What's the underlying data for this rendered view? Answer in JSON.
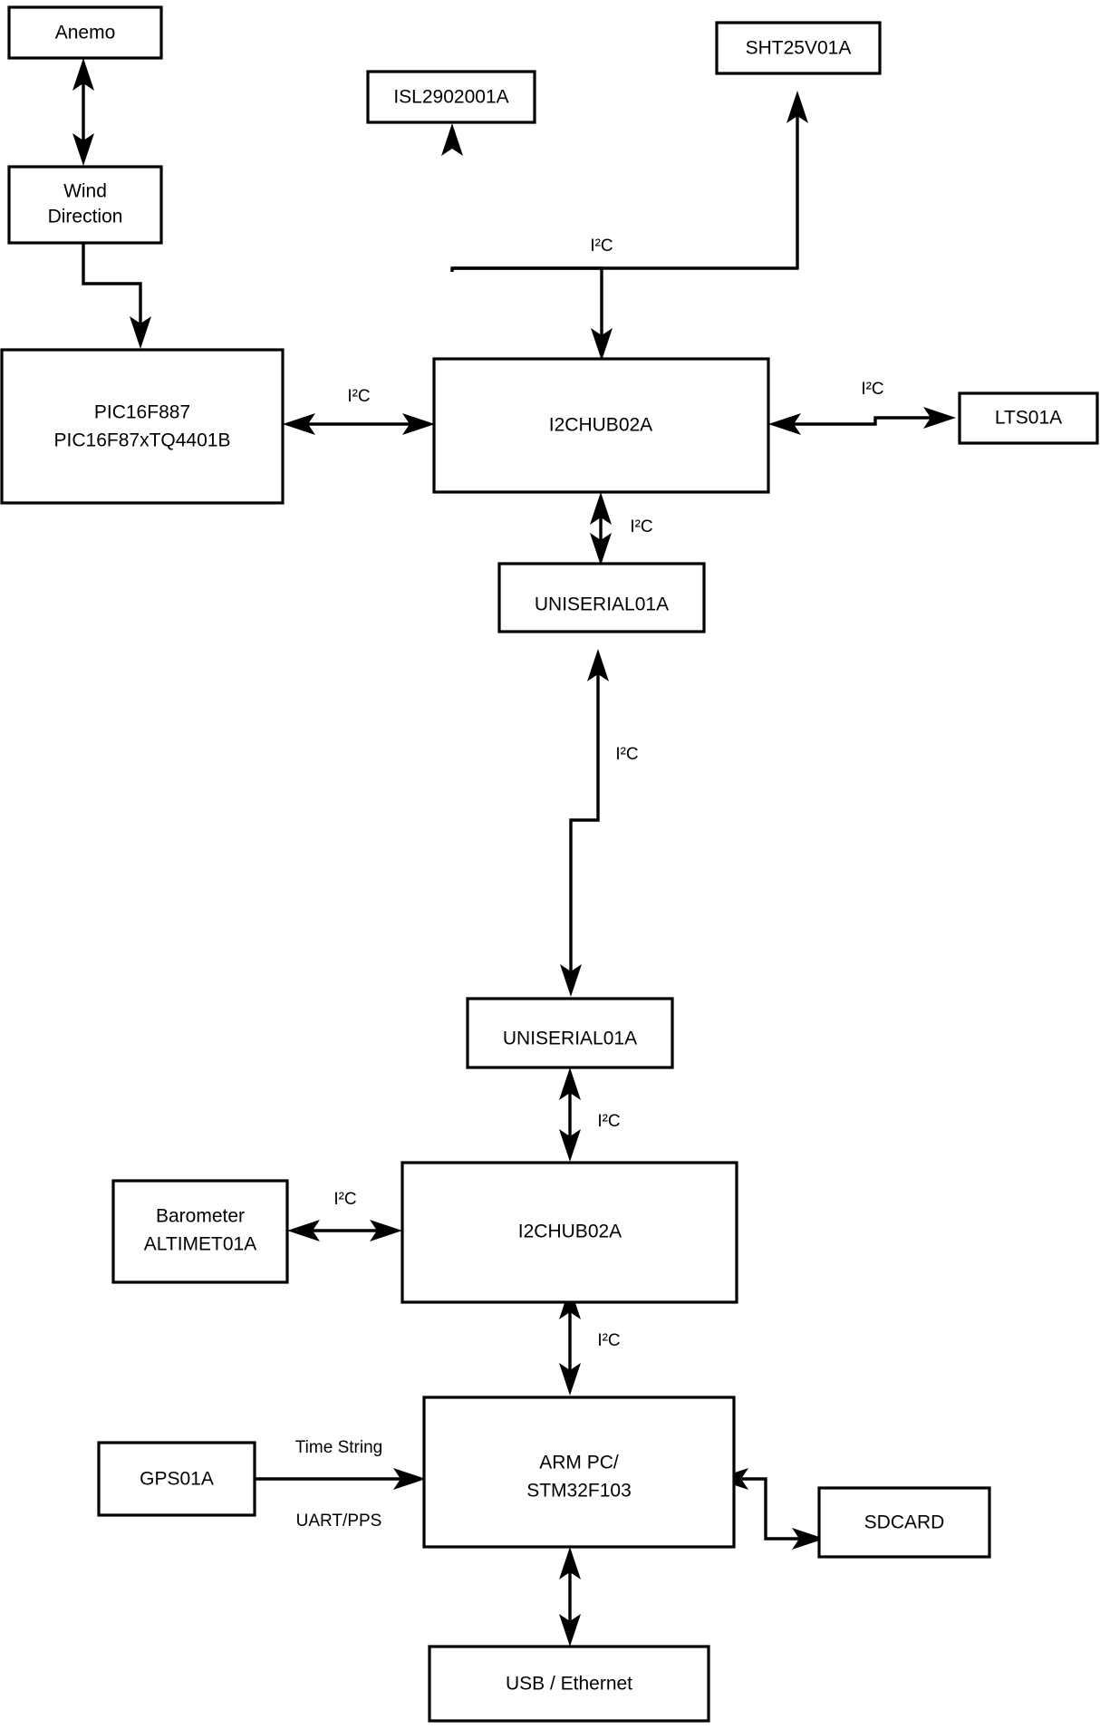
{
  "diagram": {
    "title": "Weather station sensor block diagram",
    "type": "block-diagram",
    "colors": {
      "background": "#ffffff",
      "stroke": "#000000",
      "node_fill": "#ffffff",
      "text": "#000000"
    },
    "nodes": [
      {
        "id": "anemo",
        "label": "Anemo",
        "label_line2": ""
      },
      {
        "id": "wind",
        "label": "Wind",
        "label_line2": "Direction"
      },
      {
        "id": "pic",
        "label": "PIC16F887",
        "label_line2": "PIC16F87xTQ4401B"
      },
      {
        "id": "isl",
        "label": "ISL2902001A",
        "label_line2": ""
      },
      {
        "id": "sht",
        "label": "SHT25V01A",
        "label_line2": ""
      },
      {
        "id": "hub_top",
        "label": "I2CHUB02A",
        "label_line2": ""
      },
      {
        "id": "lts",
        "label": "LTS01A",
        "label_line2": ""
      },
      {
        "id": "uni_top",
        "label": "UNISERIAL01A",
        "label_line2": ""
      },
      {
        "id": "uni_bottom",
        "label": "UNISERIAL01A",
        "label_line2": ""
      },
      {
        "id": "hub_bottom",
        "label": "I2CHUB02A",
        "label_line2": ""
      },
      {
        "id": "barometer",
        "label": "Barometer",
        "label_line2": "ALTIMET01A"
      },
      {
        "id": "gps",
        "label": "GPS01A",
        "label_line2": ""
      },
      {
        "id": "arm",
        "label": "ARM PC/",
        "label_line2": "STM32F103"
      },
      {
        "id": "sdcard",
        "label": "SDCARD",
        "label_line2": ""
      },
      {
        "id": "usb",
        "label": "USB / Ethernet",
        "label_line2": ""
      }
    ],
    "edge_labels": {
      "i2c_pic_hub": "I²C",
      "i2c_sensors_hub": "I²C",
      "i2c_hub_lts": "I²C",
      "i2c_hub_uni": "I²C",
      "i2c_uni_uni": "I²C",
      "i2c_uni_hub2": "I²C",
      "i2c_barometer_hub2": "I²C",
      "i2c_hub2_arm": "I²C",
      "time_string": "Time String",
      "uart_pps": "UART/PPS"
    }
  }
}
